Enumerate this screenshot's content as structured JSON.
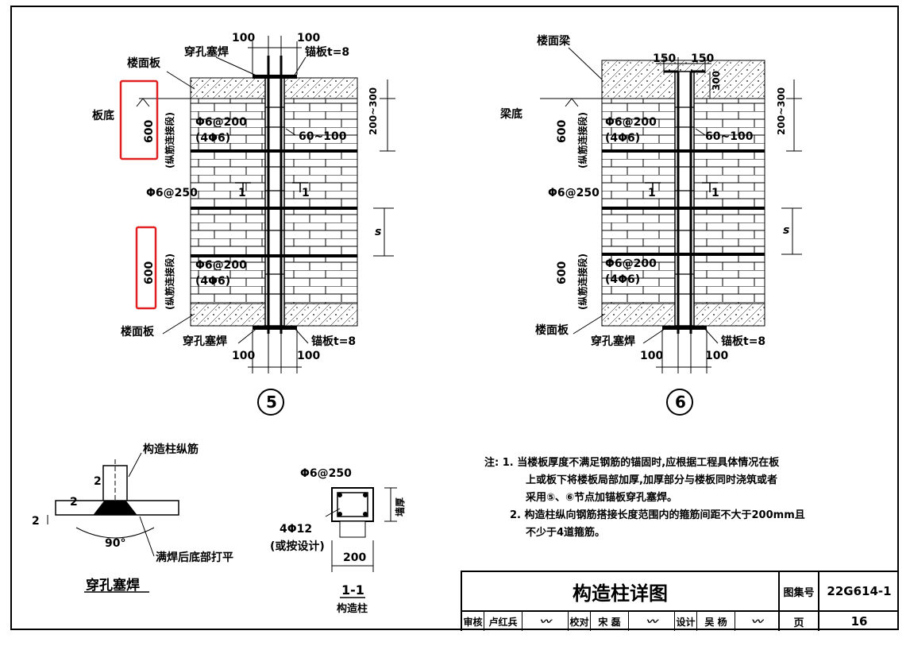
{
  "detail5": {
    "circle_label": "5",
    "top_dim_left": "100",
    "top_dim_right": "100",
    "bottom_dim_left": "100",
    "bottom_dim_right": "100",
    "slab_top": "楼面板",
    "weld_top": "穿孔塞焊",
    "anchor_plate_top": "锚板t=8",
    "slab_bottom_label": "板底",
    "lap1_length": "600",
    "lap1_desc": "(纵筋连接段)",
    "stirrup_dense_1": "Φ6@200",
    "stirrup_dense_1b": "(4Φ6)",
    "stirrup_normal": "Φ6@250",
    "lap2_length": "600",
    "lap2_desc": "(纵筋连接段)",
    "stirrup_dense_2": "Φ6@200",
    "stirrup_dense_2b": "(4Φ6)",
    "offset_dim": "60~100",
    "right_dim_top": "200~300",
    "right_dim_s": "s",
    "section_mark": "1",
    "slab_bottom": "楼面板",
    "weld_bottom": "穿孔塞焊",
    "anchor_plate_bottom": "锚板t=8"
  },
  "detail6": {
    "circle_label": "6",
    "beam_top": "楼面梁",
    "top_dim_left": "150",
    "top_dim_right": "150",
    "top_dim_300": "300",
    "beam_bottom_label": "梁底",
    "lap1_length": "600",
    "lap1_desc": "(纵筋连接段)",
    "stirrup_dense_1": "Φ6@200",
    "stirrup_dense_1b": "(4Φ6)",
    "offset_dim": "60~100",
    "right_dim_top": "200~300",
    "stirrup_normal": "Φ6@250",
    "section_mark": "1",
    "right_dim_s": "s",
    "lap2_length": "600",
    "lap2_desc": "(纵筋连接段)",
    "stirrup_dense_2": "Φ6@200",
    "stirrup_dense_2b": "(4Φ6)",
    "slab_bottom": "楼面板",
    "weld_bottom": "穿孔塞焊",
    "anchor_plate_bottom": "锚板t=8",
    "bottom_dim_left": "100",
    "bottom_dim_right": "100"
  },
  "weld_detail": {
    "column_bar": "构造柱纵筋",
    "dim_2a": "2",
    "dim_2b": "2",
    "dim_2c": "2",
    "angle": "90°",
    "note": "满焊后底部打平",
    "title": "穿孔塞焊"
  },
  "section": {
    "stirrup": "Φ6@250",
    "wall_thk": "墙厚",
    "bars": "4Φ12",
    "bars_note": "(或按设计)",
    "width": "200",
    "title": "1-1",
    "subtitle": "构造柱"
  },
  "notes": {
    "prefix": "注:",
    "n1_num": "1.",
    "n1_l1": "当楼板厚度不满足钢筋的锚固时,应根据工程具体情况在板",
    "n1_l2": "上或板下将楼板局部加厚,加厚部分与楼板同时浇筑或者",
    "n1_l3": "采用⑤、⑥节点加锚板穿孔塞焊。",
    "n2_num": "2.",
    "n2_l1": "构造柱纵向钢筋搭接长度范围内的箍筋间距不大于200mm且",
    "n2_l2": "不少于4道箍筋。"
  },
  "titleblock": {
    "title": "构造柱详图",
    "atlas_label": "图集号",
    "atlas_no": "22G614-1",
    "review": "审核",
    "reviewer": "卢红兵",
    "check": "校对",
    "checker": "宋 磊",
    "design": "设计",
    "designer": "吴 杨",
    "page_label": "页",
    "page_no": "16"
  },
  "colors": {
    "highlight_box": "#e02020",
    "line": "#000000"
  }
}
